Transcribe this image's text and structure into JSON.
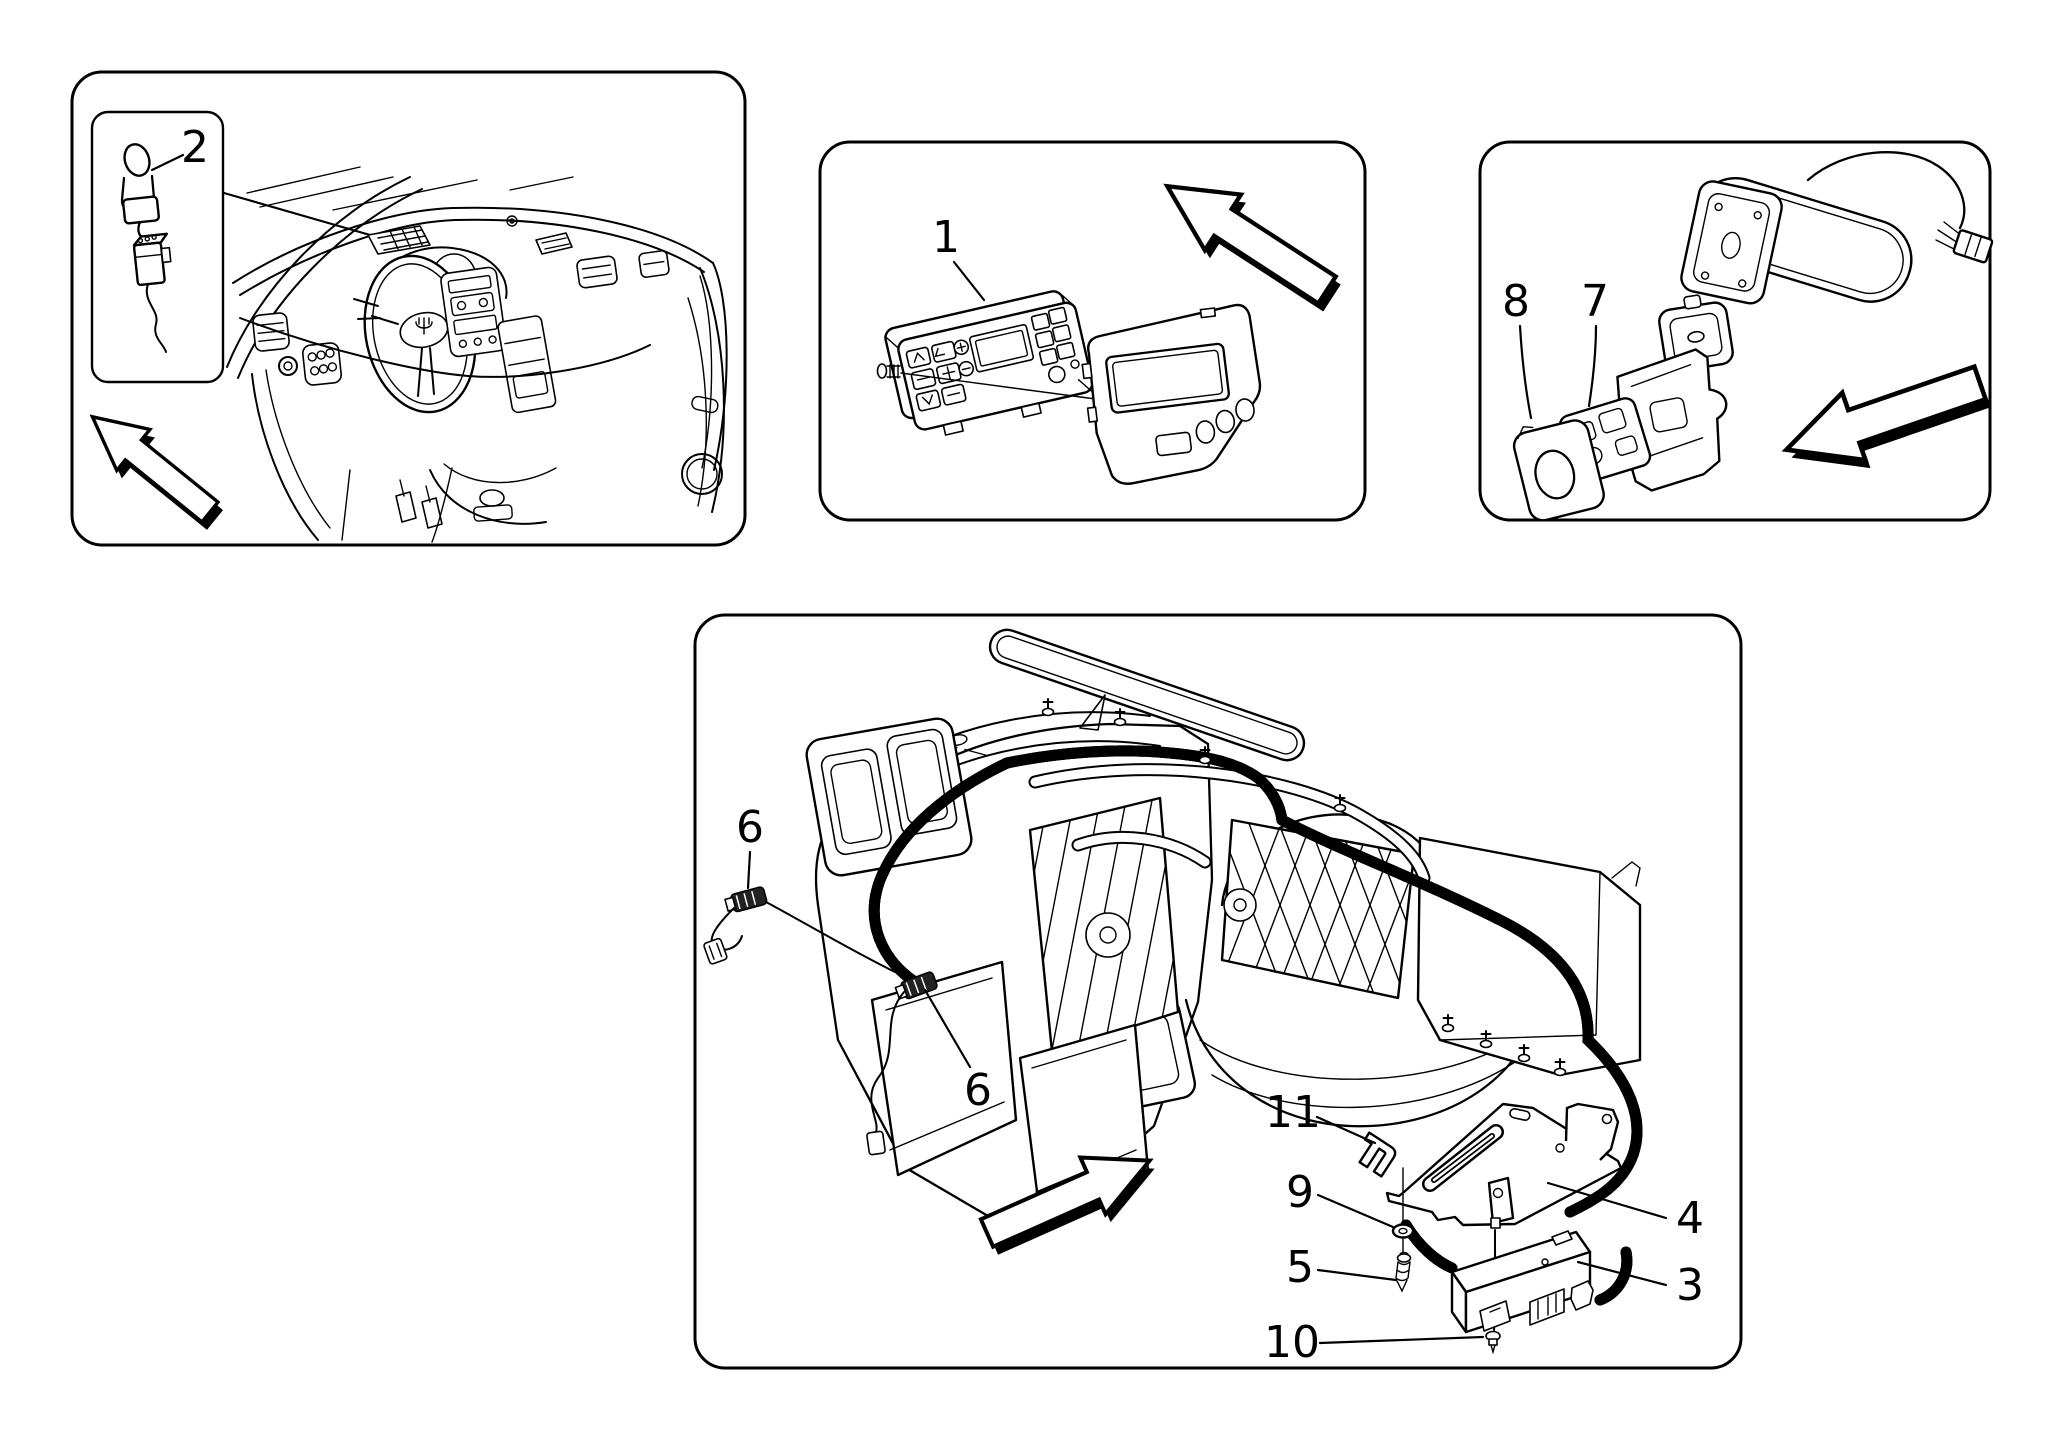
{
  "palette": {
    "ink": "#000000",
    "paper": "#ffffff"
  },
  "callouts": {
    "c1": "1",
    "c2": "2",
    "c3": "3",
    "c4": "4",
    "c5": "5",
    "c6": "6",
    "c7": "7",
    "c8": "8",
    "c9": "9",
    "c10": "10",
    "c11": "11"
  },
  "panels": {
    "top_left": {
      "callouts_visible": [
        "2"
      ]
    },
    "top_middle": {
      "callouts_visible": [
        "1"
      ]
    },
    "top_right": {
      "callouts_visible": [
        "8",
        "7"
      ]
    },
    "bottom": {
      "callouts_visible": [
        "6",
        "6",
        "11",
        "9",
        "5",
        "10",
        "4",
        "3"
      ]
    }
  }
}
